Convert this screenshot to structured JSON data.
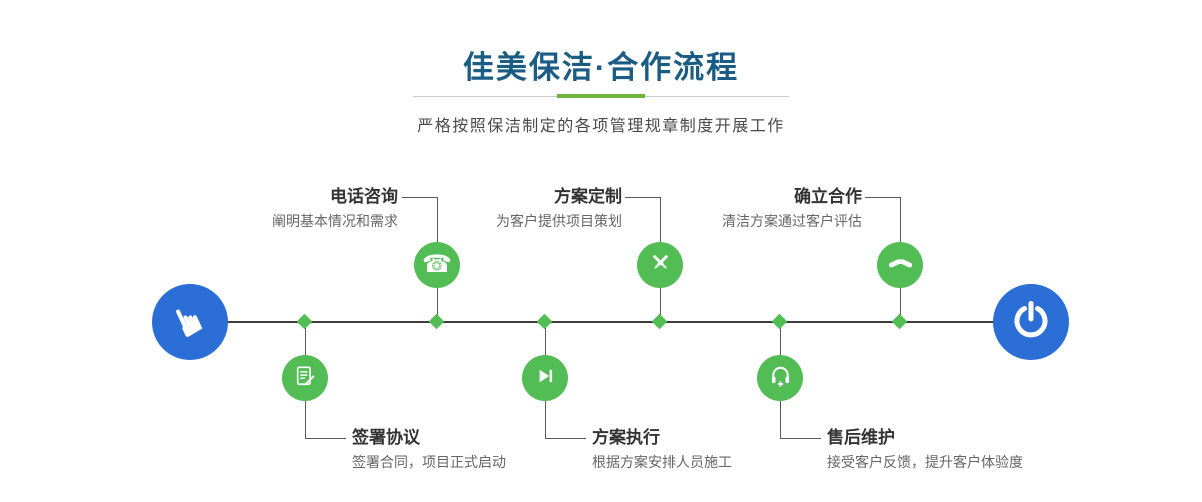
{
  "header": {
    "title": "佳美保洁·合作流程",
    "subtitle": "严格按照保洁制定的各项管理规章制度开展工作"
  },
  "timeline": {
    "start_icon": "hand-pointer-icon",
    "end_icon": "power-icon",
    "top_steps": [
      {
        "title": "电话咨询",
        "desc": "阐明基本情况和需求",
        "icon": "phone-icon"
      },
      {
        "title": "方案定制",
        "desc": "为客户提供项目策划",
        "icon": "design-pencils-icon"
      },
      {
        "title": "确立合作",
        "desc": "清洁方案通过客户评估",
        "icon": "handshake-icon"
      }
    ],
    "bottom_steps": [
      {
        "title": "签署协议",
        "desc": "签署合同，项目正式启动",
        "icon": "contract-icon"
      },
      {
        "title": "方案执行",
        "desc": "根据方案安排人员施工",
        "icon": "play-icon"
      },
      {
        "title": "售后维护",
        "desc": "接受客户反馈，提升客户体验度",
        "icon": "headset-icon"
      }
    ]
  },
  "colors": {
    "title_blue": "#1a5c84",
    "primary_blue": "#2b6ed6",
    "node_green": "#53bd55",
    "divider_green": "#6cb43f",
    "line_dark": "#3d3d3d"
  }
}
